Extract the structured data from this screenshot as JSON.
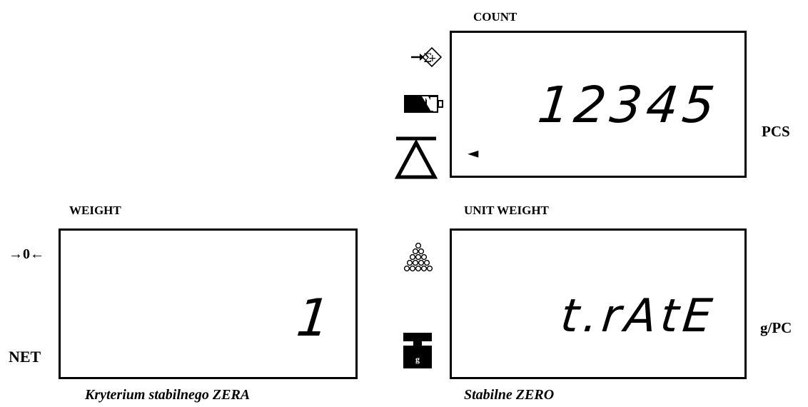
{
  "count": {
    "label": "COUNT",
    "value": "12345",
    "unit": "PCS",
    "indicator": "◄"
  },
  "weight": {
    "label": "WEIGHT",
    "value": "1",
    "zero_indicator": "→0←",
    "net_label": "NET",
    "caption": "Kryterium stabilnego ZERA"
  },
  "unit_weight": {
    "label": "UNIT WEIGHT",
    "value": "t.rAtE",
    "unit": "g/PC",
    "weight_icon_text": "g",
    "caption": "Stabilne ZERO"
  },
  "icons": {
    "accumulate": "sum-plus-arrow-icon",
    "battery": "battery-low-icon",
    "stable": "triangle-stable-icon",
    "pieces": "pieces-pyramid-icon",
    "weight": "weight-g-icon"
  }
}
